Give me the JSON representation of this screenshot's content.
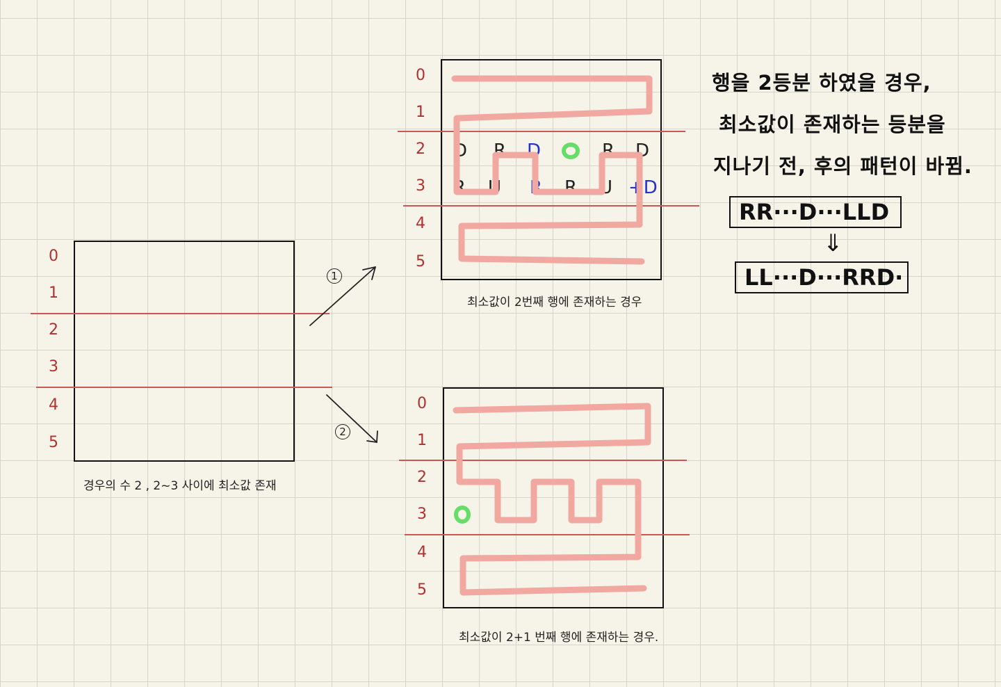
{
  "row_labels": [
    "0",
    "1",
    "2",
    "3",
    "4",
    "5"
  ],
  "left_caption": "경우의 수 2 , 2~3 사이에 최소값 존재",
  "arrow_1_label": "1",
  "arrow_2_label": "2",
  "top_caption": "최소값이 2번째 행에 존재하는 경우",
  "bottom_caption": "최소값이 2+1 번째 행에 존재하는 경우.",
  "note_lines": [
    "행을 2등분 하였을 경우,",
    "최소값이 존재하는 등분을",
    "지나기 전, 후의 패턴이 바뀜."
  ],
  "pattern_before": "RR···D···LLD",
  "pattern_after": "LL···D···RRD·",
  "pattern_arrow": "⇓",
  "top_marks_row2": [
    "D",
    "R",
    "D",
    "R",
    "D"
  ],
  "top_marks_row3": [
    "R",
    "U",
    "R",
    "R",
    "U",
    "+D"
  ],
  "colors": {
    "path": "#f0a8a0",
    "divider": "#cc5555",
    "min_cell": "#66dd66",
    "ink_blue": "#2233cc"
  }
}
